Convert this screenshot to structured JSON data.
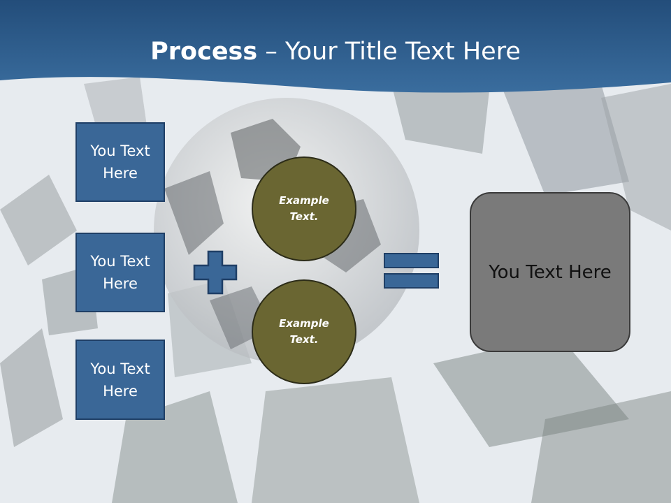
{
  "slide": {
    "title_bold": "Process",
    "title_rest": " – Your Title Text Here",
    "left_boxes": [
      "You Text Here",
      "You Text Here",
      "You Text Here"
    ],
    "circles": [
      "Example Text.",
      "Example Text."
    ],
    "result_text": "You Text Here"
  },
  "colors": {
    "header_blue": "#2f5f8e",
    "box_blue": "#3a6797",
    "circle_olive": "#6a6632",
    "result_gray": "#7a7a7a"
  },
  "icons": [
    "plus-icon",
    "equals-icon"
  ]
}
